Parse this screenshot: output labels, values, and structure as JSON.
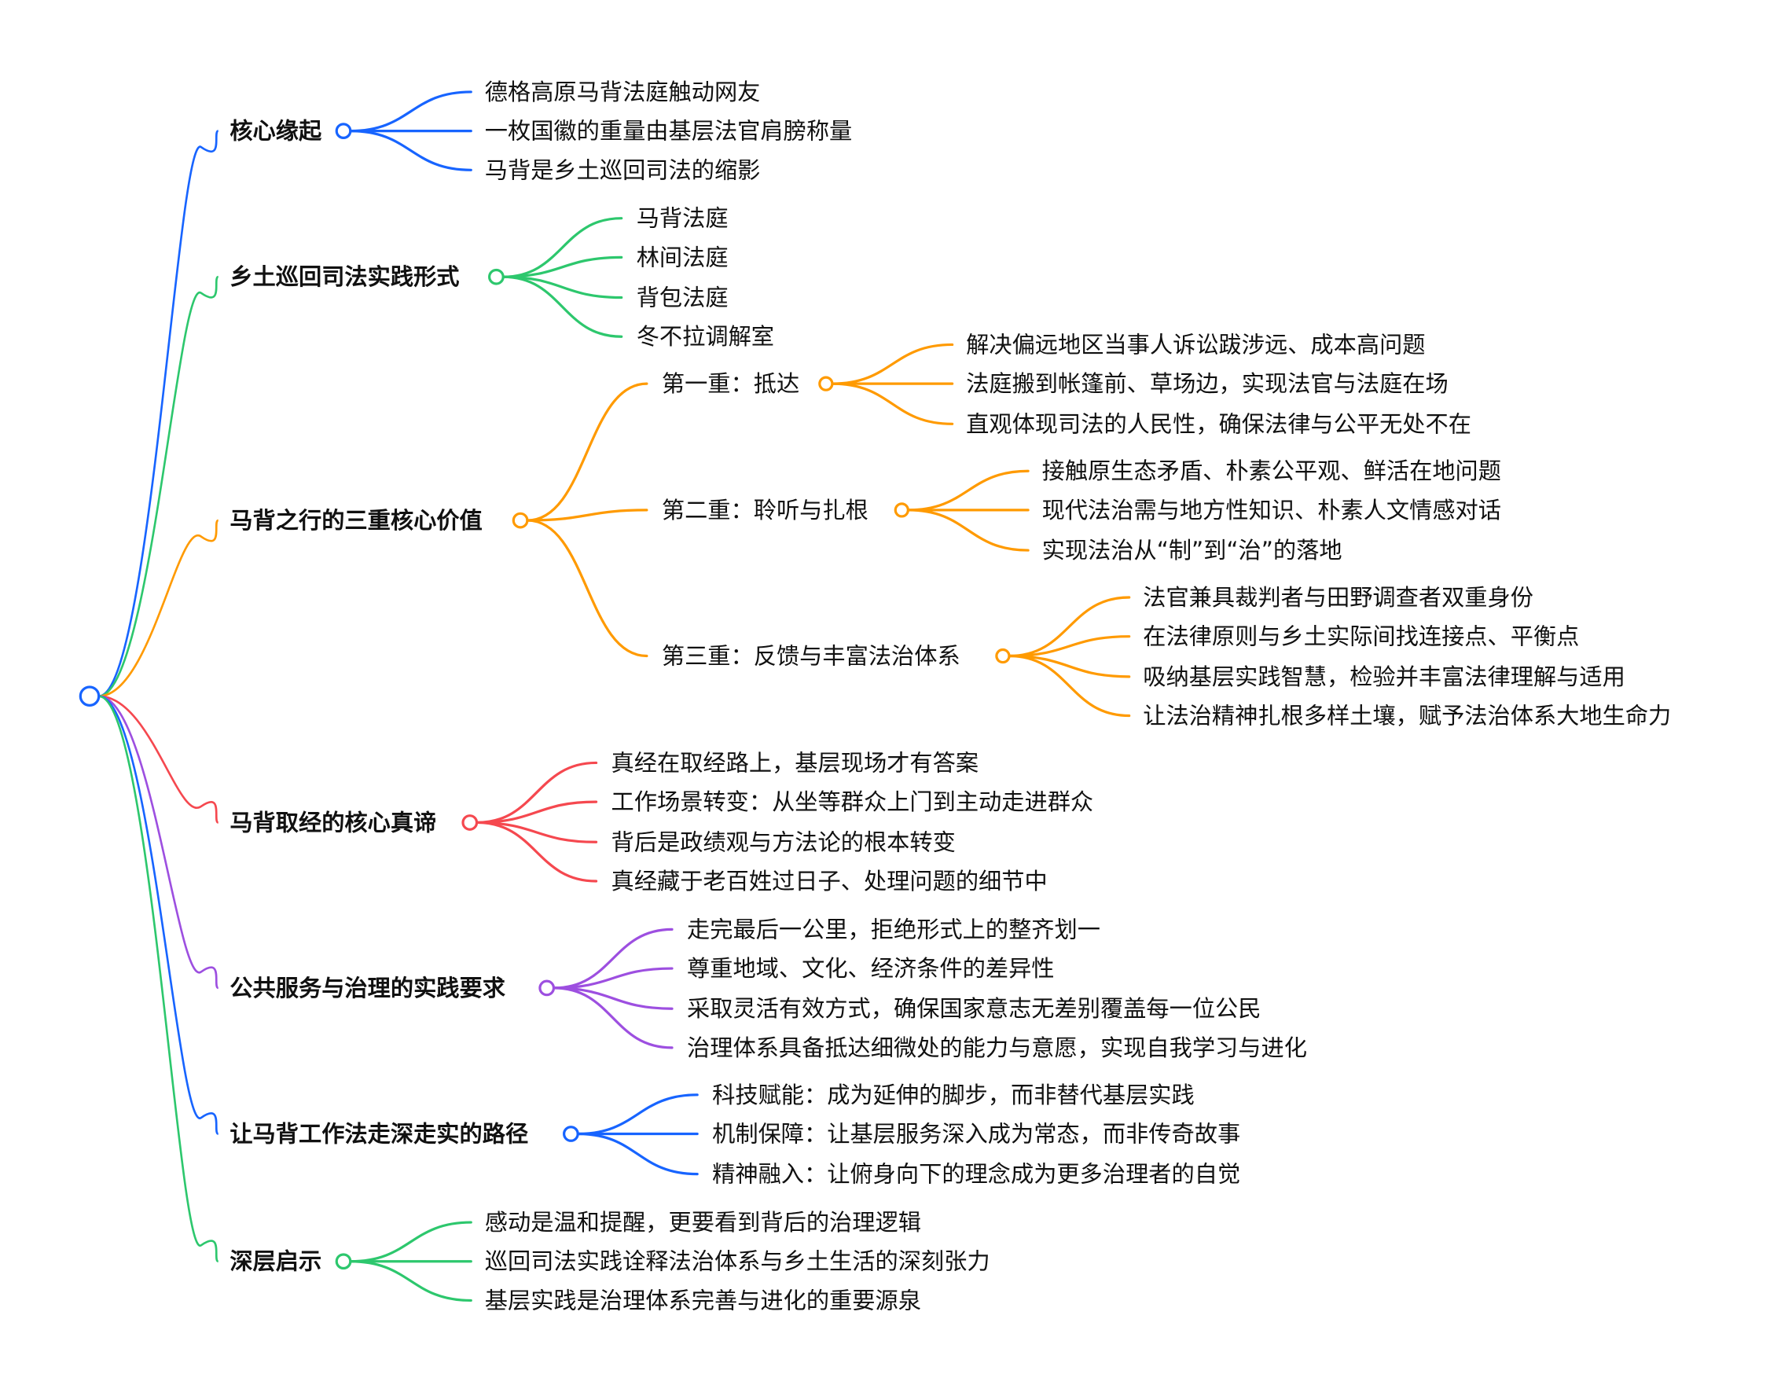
{
  "colors": {
    "blue": "#1764ff",
    "green": "#2dc76d",
    "orange": "#ff9a00",
    "red": "#f5484f",
    "purple": "#9d4fe0"
  },
  "branches": [
    {
      "label": "核心缘起",
      "color": "blue",
      "children": [
        {
          "label": "德格高原马背法庭触动网友"
        },
        {
          "label": "一枚国徽的重量由基层法官肩膀称量"
        },
        {
          "label": "马背是乡土巡回司法的缩影"
        }
      ]
    },
    {
      "label": "乡土巡回司法实践形式",
      "color": "green",
      "children": [
        {
          "label": "马背法庭"
        },
        {
          "label": "林间法庭"
        },
        {
          "label": "背包法庭"
        },
        {
          "label": "冬不拉调解室"
        }
      ]
    },
    {
      "label": "马背之行的三重核心价值",
      "color": "orange",
      "children": [
        {
          "label": "第一重：抵达",
          "children": [
            {
              "label": "解决偏远地区当事人诉讼跋涉远、成本高问题"
            },
            {
              "label": "法庭搬到帐篷前、草场边，实现法官与法庭在场"
            },
            {
              "label": "直观体现司法的人民性，确保法律与公平无处不在"
            }
          ]
        },
        {
          "label": "第二重：聆听与扎根",
          "children": [
            {
              "label": "接触原生态矛盾、朴素公平观、鲜活在地问题"
            },
            {
              "label": "现代法治需与地方性知识、朴素人文情感对话"
            },
            {
              "label": "实现法治从“制”到“治”的落地"
            }
          ]
        },
        {
          "label": "第三重：反馈与丰富法治体系",
          "children": [
            {
              "label": "法官兼具裁判者与田野调查者双重身份"
            },
            {
              "label": "在法律原则与乡土实际间找连接点、平衡点"
            },
            {
              "label": "吸纳基层实践智慧，检验并丰富法律理解与适用"
            },
            {
              "label": "让法治精神扎根多样土壤，赋予法治体系大地生命力"
            }
          ]
        }
      ]
    },
    {
      "label": "马背取经的核心真谛",
      "color": "red",
      "children": [
        {
          "label": "真经在取经路上，基层现场才有答案"
        },
        {
          "label": "工作场景转变：从坐等群众上门到主动走进群众"
        },
        {
          "label": "背后是政绩观与方法论的根本转变"
        },
        {
          "label": "真经藏于老百姓过日子、处理问题的细节中"
        }
      ]
    },
    {
      "label": "公共服务与治理的实践要求",
      "color": "purple",
      "children": [
        {
          "label": "走完最后一公里，拒绝形式上的整齐划一"
        },
        {
          "label": "尊重地域、文化、经济条件的差异性"
        },
        {
          "label": "采取灵活有效方式，确保国家意志无差别覆盖每一位公民"
        },
        {
          "label": "治理体系具备抵达细微处的能力与意愿，实现自我学习与进化"
        }
      ]
    },
    {
      "label": "让马背工作法走深走实的路径",
      "color": "blue",
      "children": [
        {
          "label": "科技赋能：成为延伸的脚步，而非替代基层实践"
        },
        {
          "label": "机制保障：让基层服务深入成为常态，而非传奇故事"
        },
        {
          "label": "精神融入：让俯身向下的理念成为更多治理者的自觉"
        }
      ]
    },
    {
      "label": "深层启示",
      "color": "green",
      "children": [
        {
          "label": "感动是温和提醒，更要看到背后的治理逻辑"
        },
        {
          "label": "巡回司法实践诠释法治体系与乡土生活的深刻张力"
        },
        {
          "label": "基层实践是治理体系完善与进化的重要源泉"
        }
      ]
    }
  ]
}
